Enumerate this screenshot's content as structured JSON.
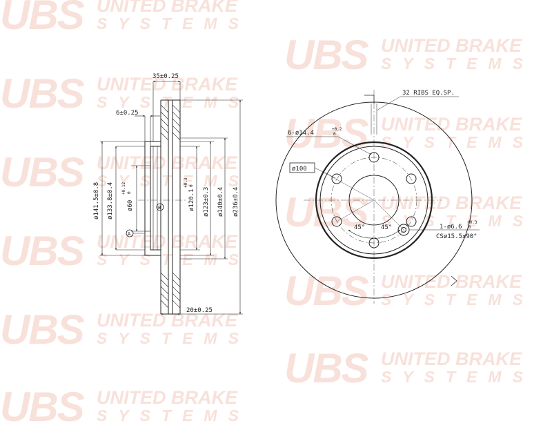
{
  "watermark": {
    "logo": "UBS",
    "line1": "UNITED BRAKE",
    "line2": "SYSTEMS"
  },
  "side_view": {
    "width_total": "35±0.25",
    "hat_thickness": "6±0.25",
    "disc_thickness": "20±0.25",
    "dia_141": "ø141.5±0.8",
    "dia_133": "ø133.8±0.4",
    "dia_60": "ø60",
    "dia_60_tol": "+0.12",
    "dia_60_tol2": "0",
    "dia_120": "ø120.1",
    "dia_120_tol": "+0.3",
    "dia_120_tol2": "0",
    "dia_123": "ø123±0.3",
    "dia_140": "ø140±0.4",
    "dia_236": "ø236±0.4",
    "datum_a": "A",
    "datum_b": "B"
  },
  "front_view": {
    "ribs": "32 RIBS EQ.SP.",
    "bolt_holes": "6-ø14.4",
    "bolt_holes_tol": "+0.2",
    "bolt_holes_tol2": "0",
    "pcd": "ø100",
    "angle_left": "45°",
    "angle_right": "45°",
    "hole_small": "1-ø6.6",
    "hole_small_tol": "+0.3",
    "hole_small_tol2": "0",
    "countersink": "CSø15.5x90°"
  }
}
